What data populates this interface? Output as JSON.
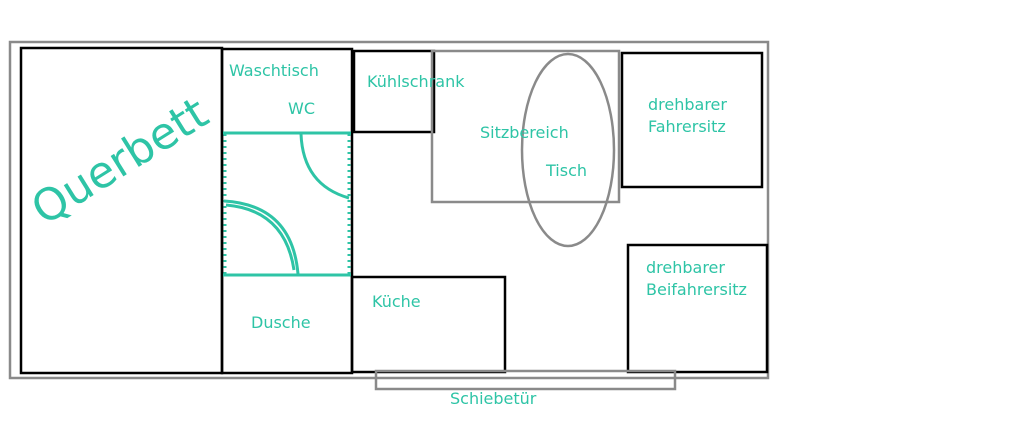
{
  "labels": {
    "bed": "Querbett",
    "washbasin": "Waschtisch",
    "wc": "WC",
    "fridge": "Kühlschrank",
    "seating": "Sitzbereich",
    "table": "Tisch",
    "driver_line1": "drehbarer",
    "driver_line2": "Fahrersitz",
    "passenger_line1": "drehbarer",
    "passenger_line2": "Beifahrersitz",
    "kitchen": "Küche",
    "shower": "Dusche",
    "sliding_door": "Schiebetür"
  },
  "colors": {
    "label": "#2ec4a6",
    "wall": "#000000",
    "outline": "#8a8a8a"
  }
}
